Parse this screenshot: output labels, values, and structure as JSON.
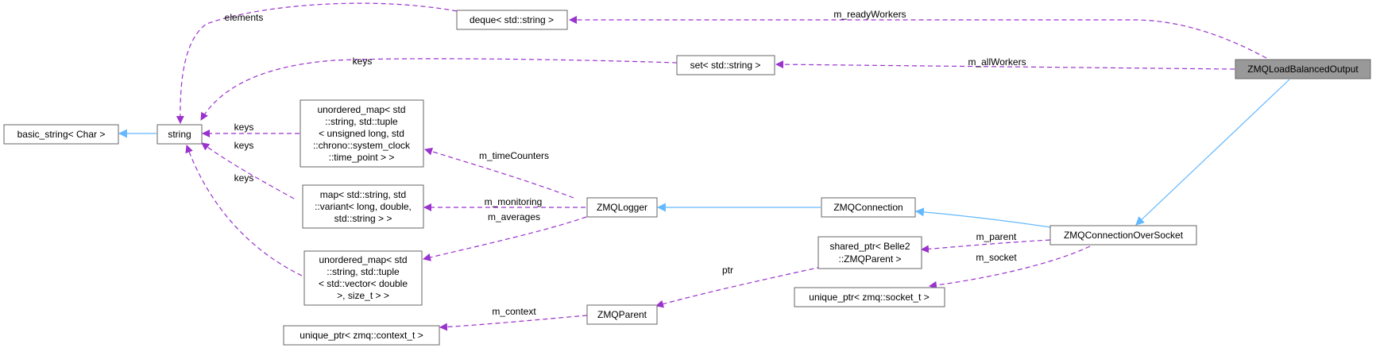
{
  "colors": {
    "usage_edge": "#9a32cd",
    "inheritance_edge": "#63b8ff",
    "node_border": "#666666",
    "focus_fill": "#999999"
  },
  "nodes": {
    "zmq_load_balanced_output": [
      "ZMQLoadBalancedOutput"
    ],
    "deque_string": [
      "deque< std::string >"
    ],
    "set_string": [
      "set< std::string >"
    ],
    "basic_string": [
      "basic_string< Char >"
    ],
    "string": [
      "string"
    ],
    "unordered_map_time": [
      "unordered_map< std",
      "::string, std::tuple",
      "< unsigned long, std",
      "::chrono::system_clock",
      "::time_point > >"
    ],
    "map_variant": [
      "map< std::string, std",
      "::variant< long, double,",
      "std::string > >"
    ],
    "unordered_map_vector": [
      "unordered_map< std",
      "::string, std::tuple",
      "< std::vector< double",
      ">, size_t > >"
    ],
    "unique_ptr_context": [
      "unique_ptr< zmq::context_t >"
    ],
    "zmq_logger": [
      "ZMQLogger"
    ],
    "zmq_parent": [
      "ZMQParent"
    ],
    "zmq_connection": [
      "ZMQConnection"
    ],
    "zmq_connection_over_socket": [
      "ZMQConnectionOverSocket"
    ],
    "shared_ptr_parent": [
      "shared_ptr< Belle2",
      "::ZMQParent >"
    ],
    "unique_ptr_socket": [
      "unique_ptr< zmq::socket_t >"
    ]
  },
  "edge_labels": {
    "m_ready_workers": "m_readyWorkers",
    "m_all_workers": "m_allWorkers",
    "elements": "elements",
    "keys_set": "keys",
    "keys_umap_time": "keys",
    "keys_map_variant": "keys",
    "keys_umap_vector": "keys",
    "m_time_counters": "m_timeCounters",
    "m_monitoring": "m_monitoring",
    "m_averages": "m_averages",
    "m_parent": "m_parent",
    "m_socket": "m_socket",
    "ptr": "ptr",
    "m_context": "m_context"
  }
}
